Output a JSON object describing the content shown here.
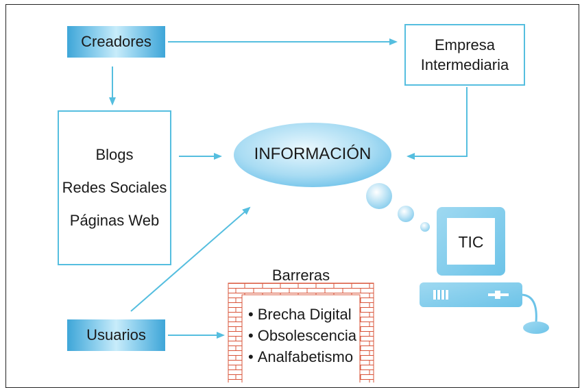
{
  "nodes": {
    "creators": "Creadores",
    "intermediary_line1": "Empresa",
    "intermediary_line2": "Intermediaria",
    "info": "INFORMACIÓN",
    "users": "Usuarios",
    "tic": "TIC"
  },
  "channels": [
    "Blogs",
    "Redes Sociales",
    "Páginas Web"
  ],
  "barriers": {
    "title": "Barreras",
    "items": [
      "Brecha Digital",
      "Obsolescencia",
      "Analfabetismo"
    ]
  },
  "colors": {
    "accent": "#55bedf",
    "brick": "#d9543a",
    "bubble": "#a9dcf3"
  }
}
